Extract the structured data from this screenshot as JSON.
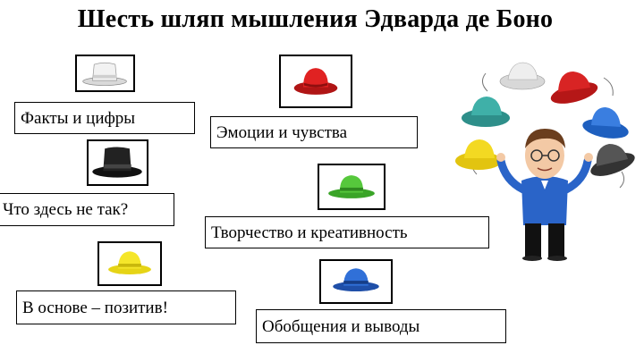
{
  "title": "Шесть шляп мышления Эдварда де Боно",
  "hats": [
    {
      "color": "white",
      "hex": "#e6e6e6",
      "label": "Факты и цифры"
    },
    {
      "color": "red",
      "hex": "#d81e1e",
      "label": "Эмоции и  чувства"
    },
    {
      "color": "black",
      "hex": "#1a1a1a",
      "label": "Что здесь не так?"
    },
    {
      "color": "green",
      "hex": "#4fbf36",
      "label": "Творчество и креативность"
    },
    {
      "color": "yellow",
      "hex": "#f0e020",
      "label": "В основе – позитив!"
    },
    {
      "color": "blue",
      "hex": "#2a63c8",
      "label": "Обобщения и выводы"
    }
  ],
  "illustration": {
    "icon": "juggler-with-colored-hats-icon"
  }
}
